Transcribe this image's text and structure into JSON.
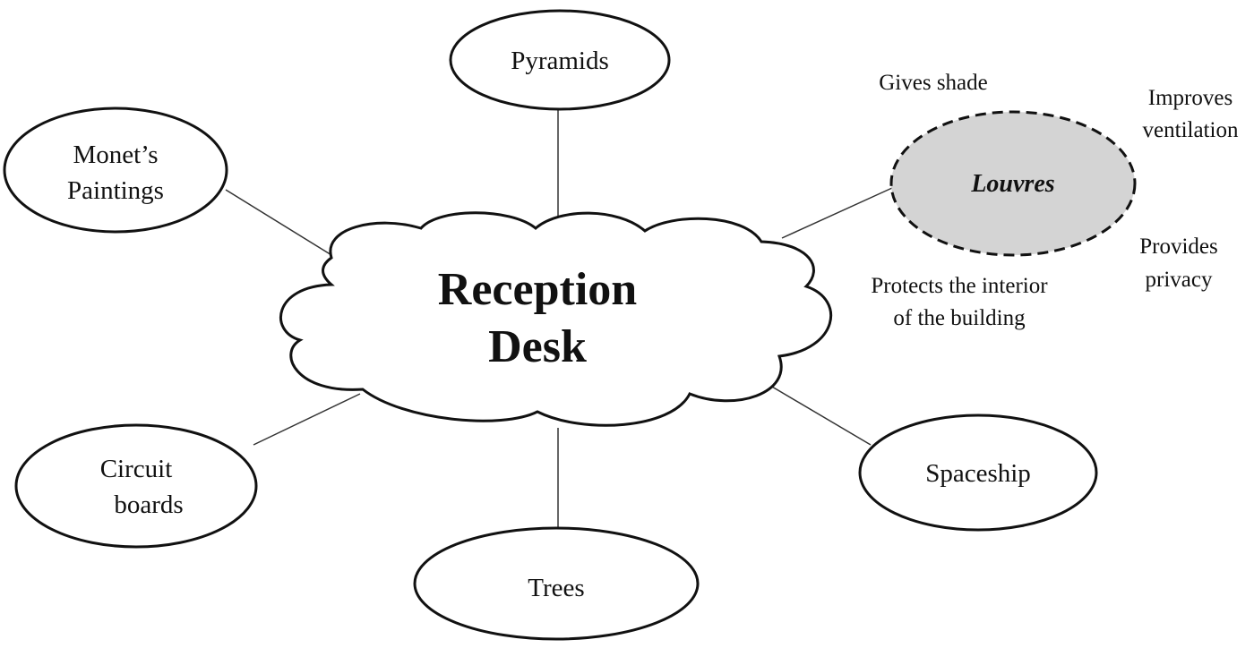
{
  "diagram": {
    "center": {
      "lines": [
        "Reception",
        "Desk"
      ],
      "shape": "cloud"
    },
    "nodes": [
      {
        "id": "pyramids",
        "lines": [
          "Pyramids"
        ]
      },
      {
        "id": "monets-paintings",
        "lines": [
          "Monet’s",
          "Paintings"
        ]
      },
      {
        "id": "circuit-boards",
        "lines": [
          "Circuit",
          "boards"
        ]
      },
      {
        "id": "trees",
        "lines": [
          "Trees"
        ]
      },
      {
        "id": "spaceship",
        "lines": [
          "Spaceship"
        ]
      },
      {
        "id": "louvres",
        "lines": [
          "Louvres"
        ],
        "style": "dashed",
        "fill": "#d4d4d4",
        "highlighted": true
      }
    ],
    "louvres_attributes": [
      {
        "id": "gives-shade",
        "lines": [
          "Gives shade"
        ]
      },
      {
        "id": "improves-ventilation",
        "lines": [
          "Improves",
          "ventilation"
        ]
      },
      {
        "id": "provides-privacy",
        "lines": [
          "Provides",
          "privacy"
        ]
      },
      {
        "id": "protects-interior",
        "lines": [
          "Protects the interior",
          "of the building"
        ]
      }
    ],
    "colors": {
      "stroke": "#111111",
      "highlight_fill": "#d4d4d4",
      "background": "#ffffff"
    }
  }
}
